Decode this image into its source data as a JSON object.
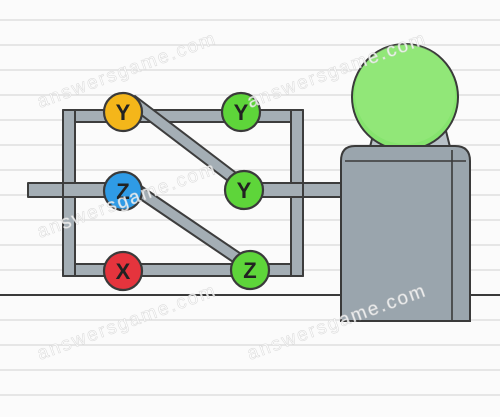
{
  "game": {
    "nodes": [
      {
        "id": "left-top",
        "label": "Y",
        "color": "#f4b61a"
      },
      {
        "id": "left-mid",
        "label": "Z",
        "color": "#2f9be6"
      },
      {
        "id": "left-bottom",
        "label": "X",
        "color": "#e5343d"
      },
      {
        "id": "right-top",
        "label": "Y",
        "color": "#5ed53a"
      },
      {
        "id": "right-mid",
        "label": "Y",
        "color": "#5ed53a"
      },
      {
        "id": "right-bottom",
        "label": "Z",
        "color": "#5ed53a"
      }
    ],
    "bulb": {
      "state": "lit",
      "color": "#86e46e"
    },
    "wire_color": "#a4aeb5",
    "machine_color": "#9aa5ad"
  },
  "watermark": {
    "text": "answersgame.com"
  }
}
